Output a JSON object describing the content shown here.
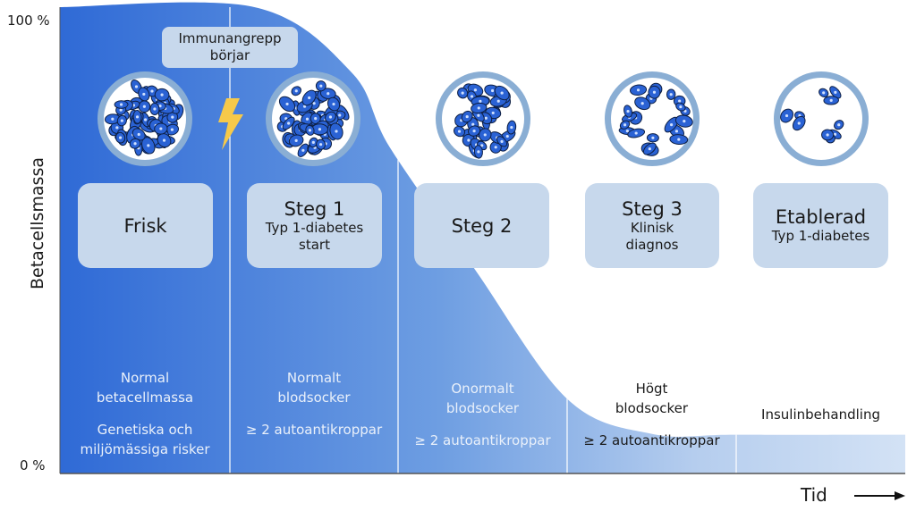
{
  "axes": {
    "y_title": "Betacellsmassa",
    "y_top_label": "100 %",
    "y_bottom_label": "0 %",
    "x_title": "Tid",
    "x_arrow_icon": "right-arrow"
  },
  "colors": {
    "curve_fill_dark": "#2f6ad6",
    "curve_fill_light": "#cfdff4",
    "box_bg": "#c7d8ec",
    "cell_blue": "#2a62d4",
    "ring": "#8aaed4",
    "lightning": "#f6c94a"
  },
  "event_note": {
    "line1": "Immunangrepp",
    "line2": "börjar",
    "icon": "lightning-icon"
  },
  "chart_data": {
    "type": "area",
    "title": "",
    "xlabel": "Tid",
    "ylabel": "Betacellsmassa",
    "ylim": [
      0,
      100
    ],
    "yticks": [
      "0 %",
      "100 %"
    ],
    "description": "Beta cell mass declines from 100% through stages to a low plateau",
    "curve_points": [
      {
        "x": 0.0,
        "y": 100
      },
      {
        "x": 0.23,
        "y": 100
      },
      {
        "x": 0.345,
        "y": 86
      },
      {
        "x": 0.39,
        "y": 70
      },
      {
        "x": 0.49,
        "y": 44
      },
      {
        "x": 0.6,
        "y": 16
      },
      {
        "x": 0.7,
        "y": 8.5
      },
      {
        "x": 0.8,
        "y": 8.3
      },
      {
        "x": 1.0,
        "y": 8.3
      }
    ]
  },
  "stages": [
    {
      "title": "Frisk",
      "subtitle": "",
      "cell_density": "full",
      "desc_line1": "Normal",
      "desc_line2": "betacellmassa",
      "desc_line3": "Genetiska och",
      "desc_line4": "miljömässiga risker"
    },
    {
      "title": "Steg 1",
      "subtitle": "Typ 1-diabetes start",
      "subtitle_line1": "Typ 1-diabetes",
      "subtitle_line2": "start",
      "cell_density": "slightly-reduced",
      "desc_line1": "Normalt",
      "desc_line2": "blodsocker",
      "desc_line3": "≥ 2 autoantikroppar",
      "desc_line4": ""
    },
    {
      "title": "Steg 2",
      "subtitle": "",
      "cell_density": "reduced",
      "desc_line1": "Onormalt",
      "desc_line2": "blodsocker",
      "desc_line3": "≥ 2 autoantikroppar",
      "desc_line4": ""
    },
    {
      "title": "Steg 3",
      "subtitle": "Klinisk diagnos",
      "subtitle_line1": "Klinisk",
      "subtitle_line2": "diagnos",
      "cell_density": "sparse",
      "desc_line1": "Högt",
      "desc_line2": "blodsocker",
      "desc_line3": "≥ 2 autoantikroppar",
      "desc_line4": ""
    },
    {
      "title": "Etablerad",
      "subtitle": "Typ 1-diabetes",
      "subtitle_line1": "Typ 1-diabetes",
      "subtitle_line2": "",
      "cell_density": "very-sparse",
      "desc_line1": "Insulinbehandling",
      "desc_line2": "",
      "desc_line3": "",
      "desc_line4": ""
    }
  ]
}
